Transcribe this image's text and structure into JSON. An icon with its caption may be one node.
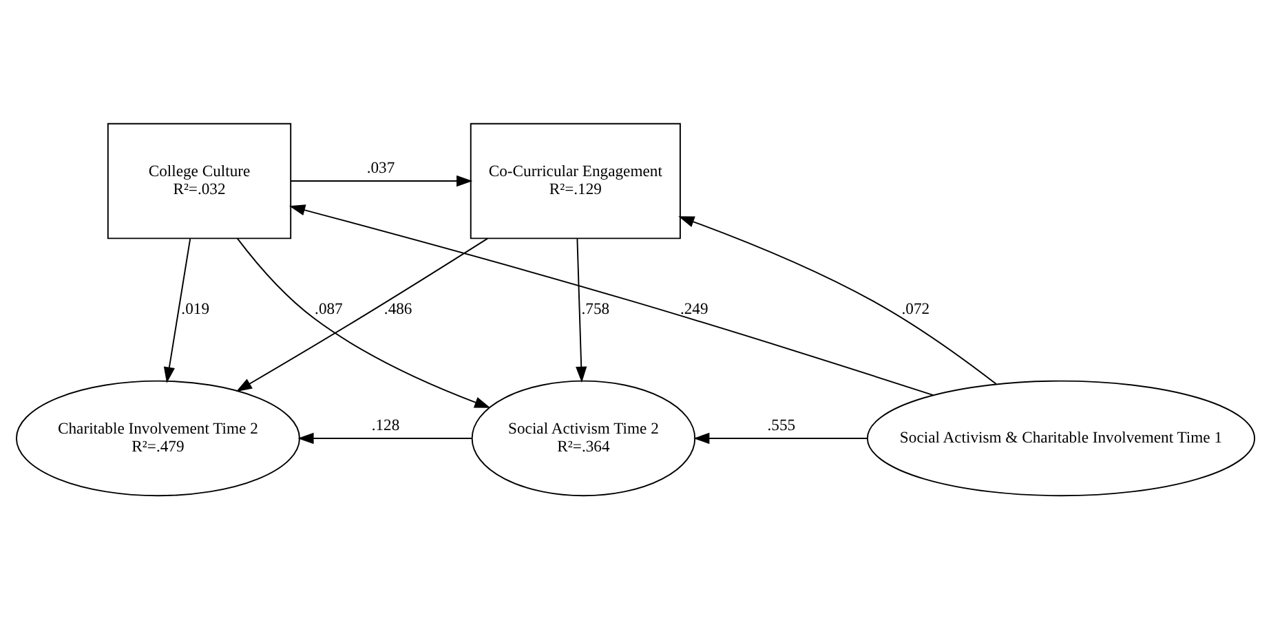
{
  "diagram": {
    "nodes": [
      {
        "text": [
          "College Culture",
          "R²=.032"
        ]
      },
      {
        "text": [
          "Co-Curricular Engagement",
          "R²=.129"
        ]
      },
      {
        "text": [
          "Social Activism & Charitable Involvement Time 1"
        ]
      },
      {
        "text": [
          "Social Activism Time 2",
          "R²=.364"
        ]
      },
      {
        "text": [
          "Charitable Involvement Time 2",
          "R²=.479"
        ]
      }
    ],
    "edges": [
      {
        "from": 0,
        "to": 1,
        "arrow": "to",
        "label": ".037"
      },
      {
        "from": 2,
        "to": 1,
        "arrow": "to",
        "label": ".072"
      },
      {
        "from": 2,
        "to": 0,
        "arrow": "to",
        "label": ".249"
      },
      {
        "from": 0,
        "to": 3,
        "arrow": "to",
        "label": ".087"
      },
      {
        "from": 0,
        "to": 4,
        "arrow": "to",
        "label": ".019"
      },
      {
        "from": 1,
        "to": 3,
        "arrow": "to",
        "label": ".758"
      },
      {
        "from": 1,
        "to": 4,
        "arrow": "to",
        "label": ".486"
      },
      {
        "from": 2,
        "to": 3,
        "arrow": "to",
        "label": ".555"
      },
      {
        "from": 3,
        "to": 4,
        "arrow": "to",
        "label": ".128"
      }
    ]
  }
}
